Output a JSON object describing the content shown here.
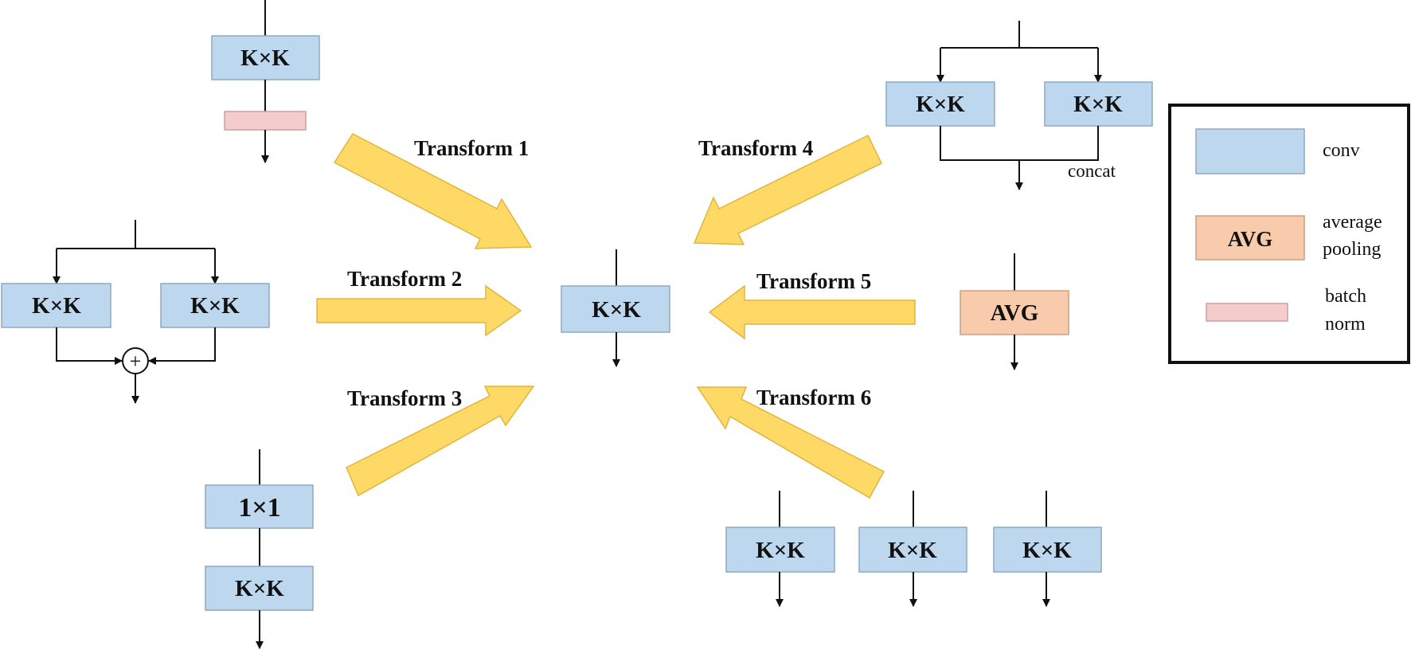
{
  "colors": {
    "conv": "#bdd7ee",
    "conv_border": "#8ea9c1",
    "avg": "#f8cbad",
    "avg_border": "#c9a08a",
    "bn": "#f4cccc",
    "bn_border": "#c9a0a0",
    "arrow": "#ffd966",
    "arrow_border": "#e0b53c"
  },
  "center": {
    "label": "K×K"
  },
  "block1": {
    "conv_label": "K×K"
  },
  "block2": {
    "left_label": "K×K",
    "right_label": "K×K",
    "add_symbol": "+"
  },
  "block3": {
    "top_label": "1×1",
    "bottom_label": "K×K"
  },
  "block4": {
    "left_label": "K×K",
    "right_label": "K×K",
    "merge_label": "concat"
  },
  "block5": {
    "avg_label": "AVG"
  },
  "block6": {
    "labels": [
      "K×K",
      "K×K",
      "K×K"
    ]
  },
  "transforms": [
    {
      "label": "Transform  1"
    },
    {
      "label": "Transform  2"
    },
    {
      "label": "Transform  3"
    },
    {
      "label": "Transform  4"
    },
    {
      "label": "Transform  5"
    },
    {
      "label": "Transform  6"
    }
  ],
  "legend": {
    "conv": "conv",
    "avg_box": "AVG",
    "avg_line1": "average",
    "avg_line2": "pooling",
    "bn_line1": "batch",
    "bn_line2": "norm"
  }
}
